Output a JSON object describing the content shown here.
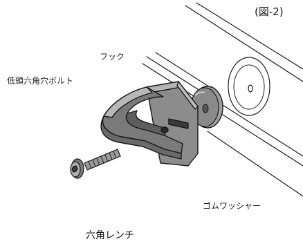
{
  "figure_number": "(図-2)",
  "labels": {
    "hook": "フック",
    "bolt": "低頭六角穴ボルト",
    "rubber_washer": "ゴムワッシャー",
    "hex_wrench": "六角レンチ"
  },
  "colors": {
    "line": "#1a1a1a",
    "part_dark": "#6e6e6e",
    "part_mid": "#9a9a9a",
    "part_light": "#c8c8c8",
    "washer": "#8a8a8a"
  }
}
